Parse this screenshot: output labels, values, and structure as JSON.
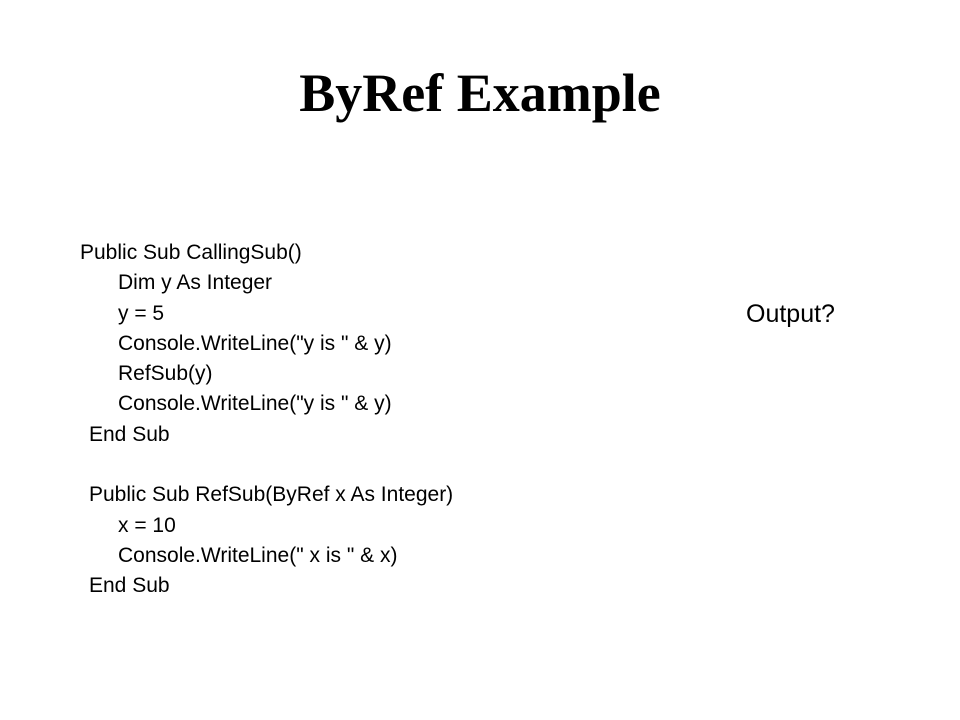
{
  "slide": {
    "title": "ByRef Example",
    "output_question": "Output?",
    "code_lines": [
      {
        "text": "Public Sub CallingSub()"
      },
      {
        "text": "Dim y As Integer"
      },
      {
        "text": "y = 5"
      },
      {
        "text": "Console.WriteLine(\"y is \" & y)"
      },
      {
        "text": "RefSub(y)"
      },
      {
        "text": "Console.WriteLine(\"y is \" & y)"
      },
      {
        "text": "End Sub"
      },
      {
        "text": ""
      },
      {
        "text": "Public Sub RefSub(ByRef x As Integer)"
      },
      {
        "text": "x = 10"
      },
      {
        "text": "Console.WriteLine(\" x is \" & x)"
      },
      {
        "text": "End Sub"
      }
    ]
  }
}
